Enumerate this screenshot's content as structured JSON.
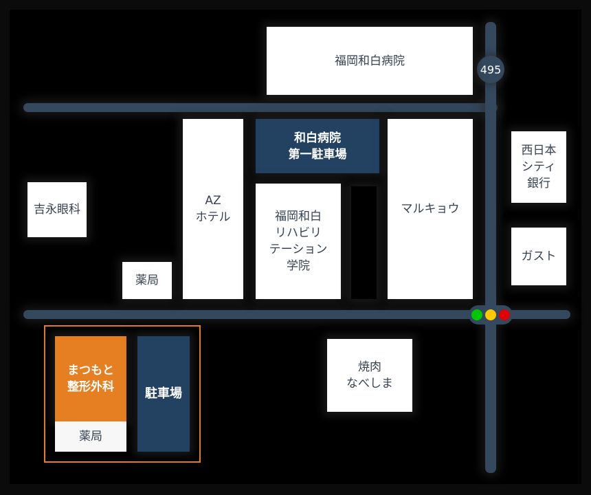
{
  "map": {
    "route_number": "495",
    "colors": {
      "road": "#34495e",
      "building": "#ffffff",
      "parking": "#234262",
      "highlight": "#e57f21",
      "text": "#344252"
    },
    "buildings": {
      "fukuoka_wajiro_hospital": "福岡和白病院",
      "wajiro_hospital_parking_1": "和白病院\n第一駐車場",
      "yoshinaga_eye_clinic": "吉永眼科",
      "az_hotel": "AZ\nホテル",
      "rehab_school": "福岡和白\nリハビリ\nテーション\n学院",
      "marukyo": "マルキョウ",
      "nishinippon_city_bank": "西日本\nシティ\n銀行",
      "gusto": "ガスト",
      "pharmacy_top": "薬局",
      "matsumoto_clinic": "まつもと\n整形外科",
      "pharmacy_bottom": "薬局",
      "parking": "駐車場",
      "yakiniku_nabeshima": "焼肉\nなべしま"
    },
    "traffic_signal": {
      "lamps": [
        {
          "color": "#00c800",
          "name": "green"
        },
        {
          "color": "#ffc800",
          "name": "yellow"
        },
        {
          "color": "#e00000",
          "name": "red"
        }
      ]
    }
  }
}
